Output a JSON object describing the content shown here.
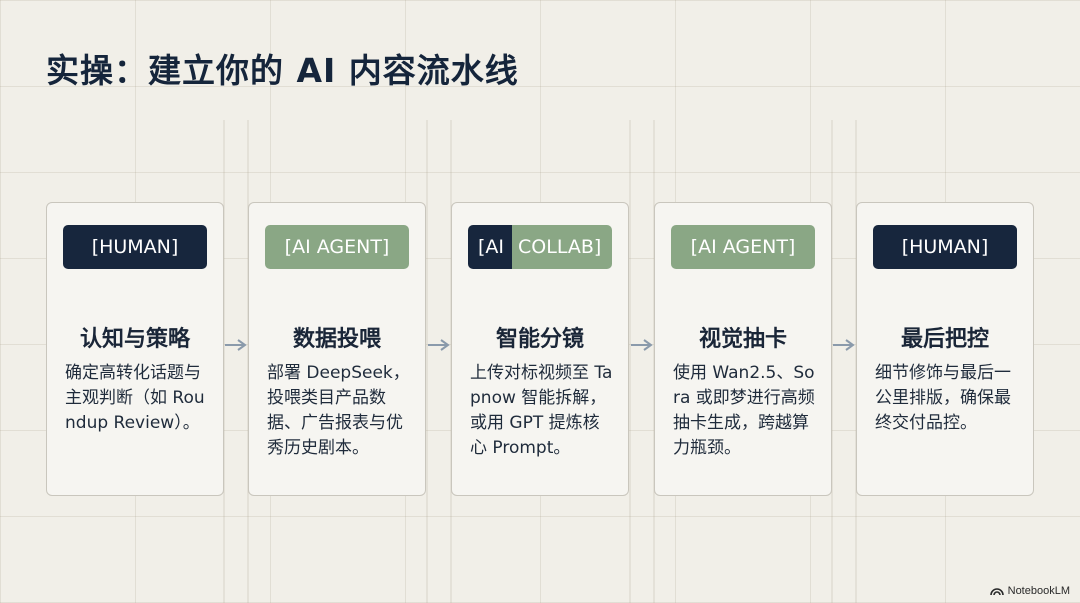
{
  "title": "实操：建立你的 AI 内容流水线",
  "cards": [
    {
      "badge": "[HUMAN]",
      "badge_type": "human",
      "title": "认知与策略",
      "desc": "确定高转化话题与主观判断（如 Roundup Review）。"
    },
    {
      "badge": "[AI AGENT]",
      "badge_type": "agent",
      "title": "数据投喂",
      "desc": "部署 DeepSeek，投喂类目产品数据、广告报表与优秀历史剧本。"
    },
    {
      "badge_left": "[AI",
      "badge_right": "COLLAB]",
      "badge_type": "collab",
      "title": "智能分镜",
      "desc": "上传对标视频至 Tapnow 智能拆解，或用 GPT 提炼核心 Prompt。"
    },
    {
      "badge": "[AI AGENT]",
      "badge_type": "agent",
      "title": "视觉抽卡",
      "desc": "使用 Wan2.5、Sora 或即梦进行高频抽卡生成，跨越算力瓶颈。"
    },
    {
      "badge": "[HUMAN]",
      "badge_type": "human",
      "title": "最后把控",
      "desc": "细节修饰与最后一公里排版，确保最终交付品控。"
    }
  ],
  "logo": {
    "text": "NotebookLM",
    "icon": "notebooklm-logo-icon"
  },
  "colors": {
    "human": "#17263d",
    "agent": "#8aa785",
    "arrow": "#8a9aab"
  }
}
